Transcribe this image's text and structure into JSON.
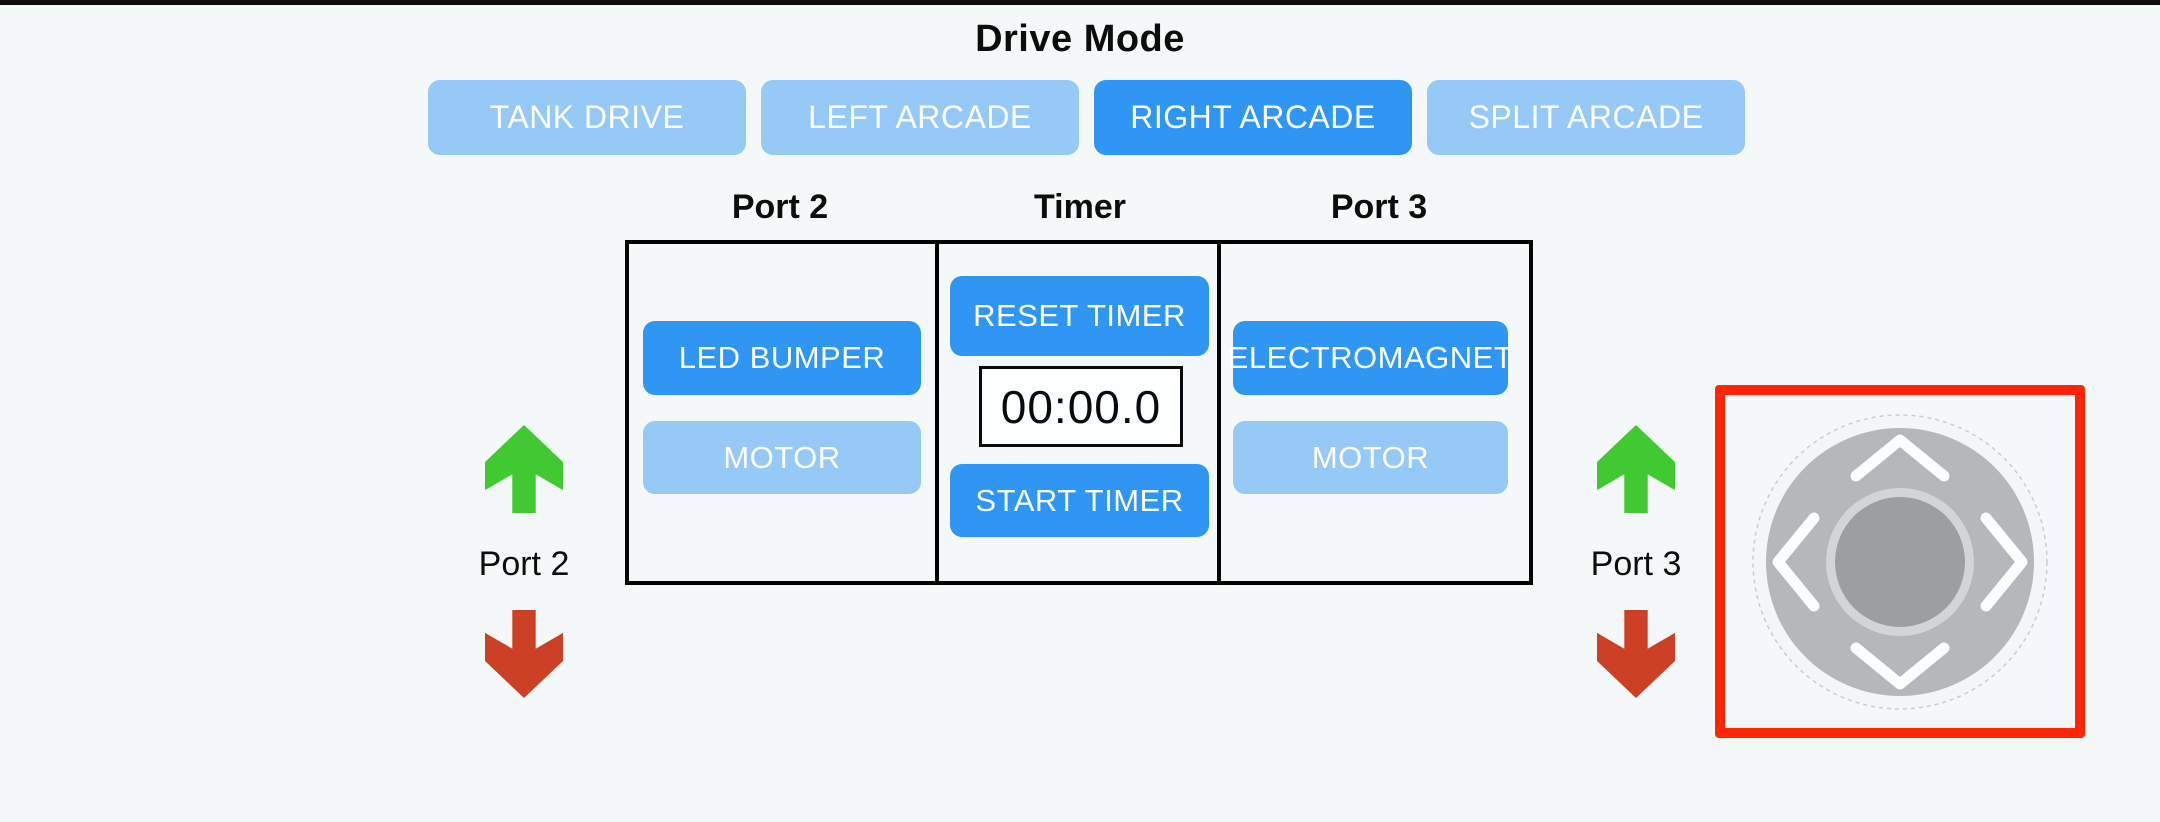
{
  "header": {
    "title": "Drive Mode"
  },
  "drive_buttons": [
    {
      "label": "TANK DRIVE",
      "state": "inactive"
    },
    {
      "label": "LEFT ARCADE",
      "state": "inactive"
    },
    {
      "label": "RIGHT ARCADE",
      "state": "active"
    },
    {
      "label": "SPLIT ARCADE",
      "state": "inactive"
    }
  ],
  "columns": {
    "port2": {
      "header": "Port 2",
      "led_bumper_label": "LED BUMPER",
      "motor_label": "MOTOR",
      "led_bumper_state": "on",
      "motor_state": "off"
    },
    "timer": {
      "header": "Timer",
      "reset_label": "RESET TIMER",
      "display_value": "00:00.0",
      "start_label": "START TIMER"
    },
    "port3": {
      "header": "Port 3",
      "electromagnet_label": "ELECTROMAGNET",
      "motor_label": "MOTOR",
      "electromagnet_state": "on",
      "motor_state": "off"
    }
  },
  "side_controls": {
    "left": {
      "label": "Port 2",
      "up_icon": "green-up-arrow-icon",
      "down_icon": "red-down-arrow-icon"
    },
    "right": {
      "label": "Port 3",
      "up_icon": "green-up-arrow-icon",
      "down_icon": "red-down-arrow-icon"
    }
  },
  "joystick": {
    "icon": "directional-joystick-icon",
    "chevrons": [
      "up",
      "left",
      "right",
      "down"
    ],
    "highlighted": true
  },
  "colors": {
    "background": "#f4f8f9",
    "top_bar": "#0d0d0d",
    "button_active_blue": "#3096f3",
    "button_inactive_blue": "#97c9f7",
    "button_text": "#fdfeff",
    "table_border": "#000000",
    "timer_text": "#0a0a0a",
    "green_arrow": "#41c931",
    "red_arrow": "#cc4125",
    "joystick_highlight_red": "#fe2605",
    "joystick_ring_gray": "#b4b8ba",
    "joystick_knob_gray": "#9b9fa1"
  }
}
